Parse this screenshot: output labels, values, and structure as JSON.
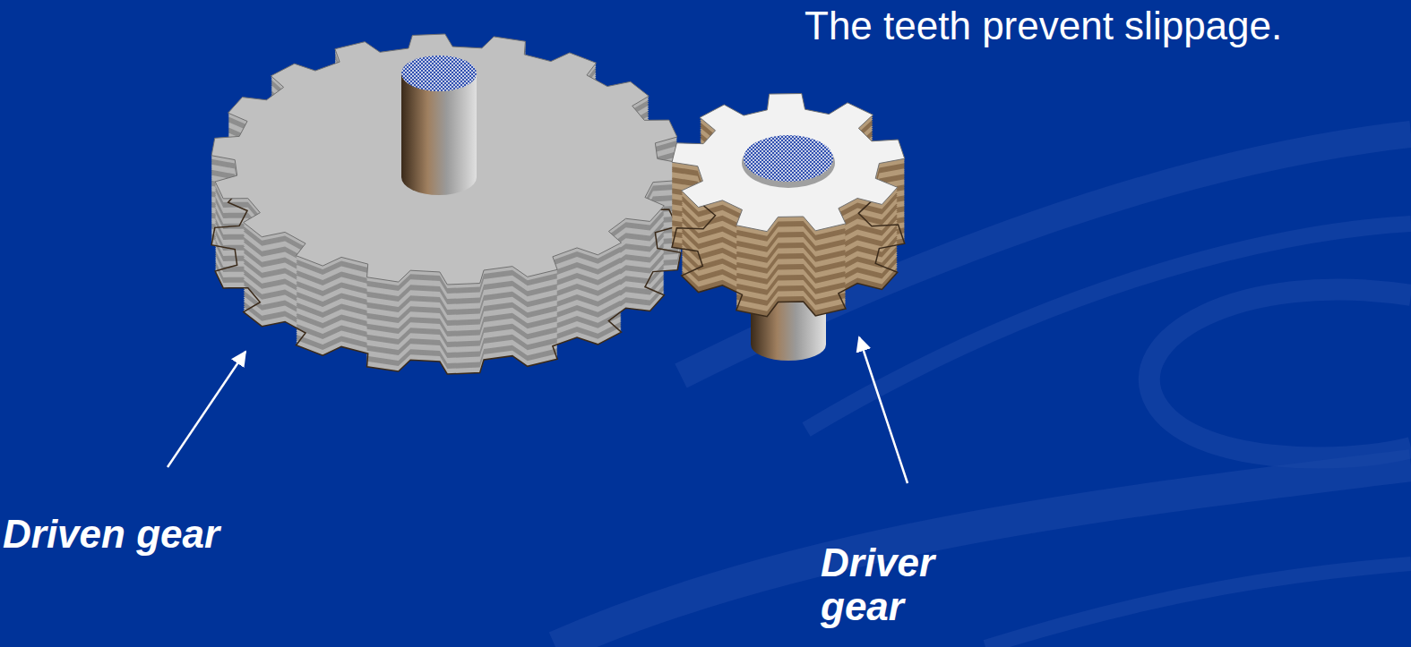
{
  "diagram": {
    "labels": [
      "The teeth prevent slippage.",
      "Driven gear",
      "Driver gear"
    ]
  }
}
